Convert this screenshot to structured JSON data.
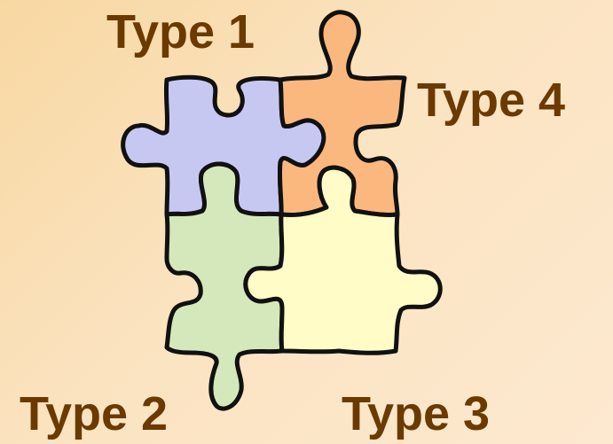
{
  "colors": {
    "label_text": "#6b3a00",
    "outline": "#111111",
    "piece_type1": "#c7c8f2",
    "piece_type2": "#d5e8bc",
    "piece_type3": "#fffcc8",
    "piece_type4": "#fbb87e"
  },
  "labels": {
    "type1": "Type 1",
    "type2": "Type 2",
    "type3": "Type 3",
    "type4": "Type 4"
  }
}
